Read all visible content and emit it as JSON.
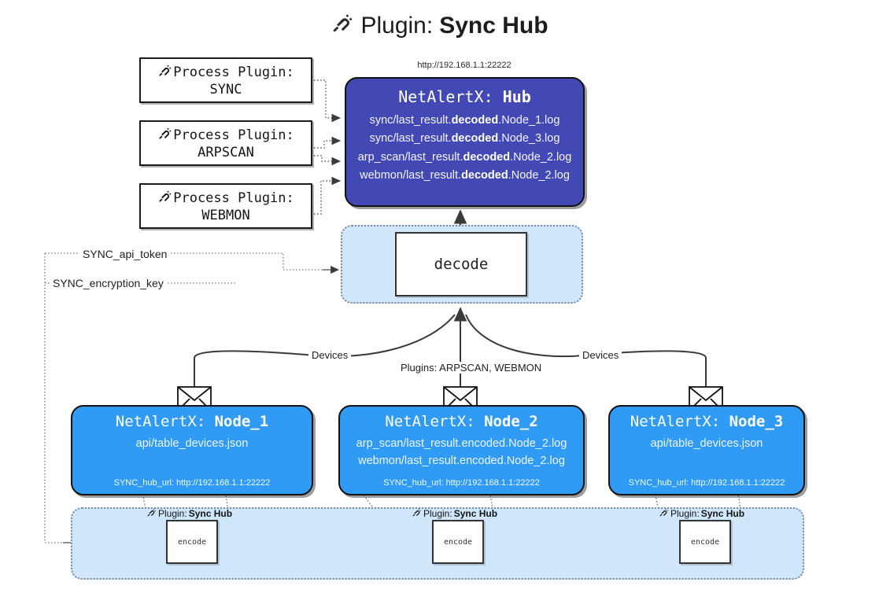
{
  "title": {
    "icon": "plug-icon",
    "prefix": "Plugin:",
    "name": "Sync Hub"
  },
  "hub": {
    "url": "http://192.168.1.1:22222",
    "title_prefix": "NetAlertX:",
    "title_name": "Hub",
    "color": "#4248b4",
    "lines": [
      {
        "pre": "sync/last_result.",
        "bold": "decoded",
        "post": ".Node_1.log"
      },
      {
        "pre": "sync/last_result.",
        "bold": "decoded",
        "post": ".Node_3.log"
      },
      {
        "pre": "arp_scan/last_result.",
        "bold": "decoded",
        "post": ".Node_2.log"
      },
      {
        "pre": "webmon/last_result.",
        "bold": "decoded",
        "post": ".Node_2.log"
      }
    ]
  },
  "process_plugins": [
    {
      "icon": "plug-icon",
      "line1": "Process Plugin:",
      "line2": "SYNC"
    },
    {
      "icon": "plug-icon",
      "line1": "Process Plugin:",
      "line2": "ARPSCAN"
    },
    {
      "icon": "plug-icon",
      "line1": "Process Plugin:",
      "line2": "WEBMON"
    }
  ],
  "decode": {
    "label": "decode",
    "band_color": "#cfe6fb"
  },
  "keys": [
    {
      "label": "SYNC_api_token"
    },
    {
      "label": "SYNC_encryption_key"
    }
  ],
  "edge_labels": {
    "devices_left": "Devices",
    "devices_right": "Devices",
    "plugins": "Plugins: ARPSCAN, WEBMON"
  },
  "nodes": [
    {
      "title_prefix": "NetAlertX:",
      "title_name": "Node_1",
      "color": "#2f9bf4",
      "lines": [
        "api/table_devices.json"
      ],
      "footer": "SYNC_hub_url: http://192.168.1.1:22222",
      "mail_icon": "envelope-icon"
    },
    {
      "title_prefix": "NetAlertX:",
      "title_name": "Node_2",
      "color": "#2f9bf4",
      "lines": [
        "arp_scan/last_result.encoded.Node_2.log",
        "webmon/last_result.encoded.Node_2.log"
      ],
      "footer": "SYNC_hub_url: http://192.168.1.1:22222",
      "mail_icon": "envelope-icon"
    },
    {
      "title_prefix": "NetAlertX:",
      "title_name": "Node_3",
      "color": "#2f9bf4",
      "lines": [
        "api/table_devices.json"
      ],
      "footer": "SYNC_hub_url: http://192.168.1.1:22222",
      "mail_icon": "envelope-icon"
    }
  ],
  "encoders": [
    {
      "tag_prefix": "Plugin:",
      "tag_name": "Sync Hub",
      "label": "encode",
      "icon": "plug-icon"
    },
    {
      "tag_prefix": "Plugin:",
      "tag_name": "Sync Hub",
      "label": "encode",
      "icon": "plug-icon"
    },
    {
      "tag_prefix": "Plugin:",
      "tag_name": "Sync Hub",
      "label": "encode",
      "icon": "plug-icon"
    }
  ]
}
